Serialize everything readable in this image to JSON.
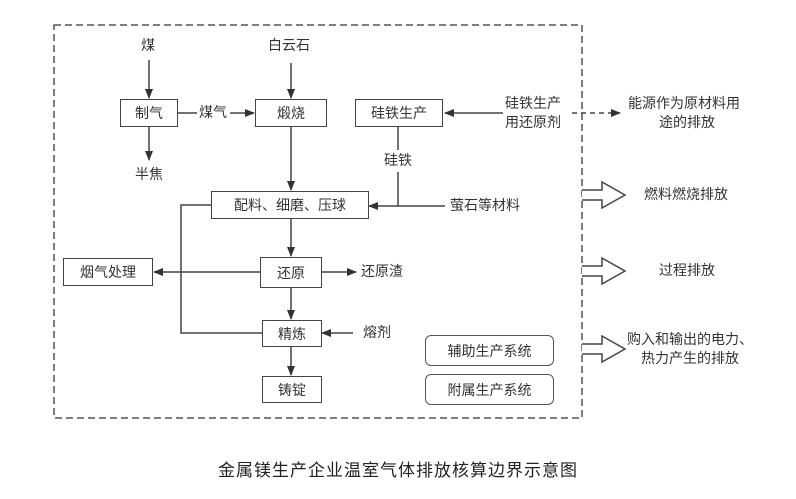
{
  "boundary": {
    "label": "accounting-boundary",
    "style": "dashed"
  },
  "inputs": {
    "coal": "煤",
    "dolomite": "白云石",
    "coal_gas": "煤气",
    "semi_coke": "半焦",
    "ferrosilicon": "硅铁",
    "fluorite": "萤石等材料",
    "reduction_slag": "还原渣",
    "flux": "熔剂",
    "ferrosilicon_reductant_line1": "硅铁生产",
    "ferrosilicon_reductant_line2": "用还原剂"
  },
  "process_boxes": {
    "gas_making": "制气",
    "calcination": "煅烧",
    "ferrosilicon_production": "硅铁生产",
    "batching": "配料、细磨、压球",
    "reduction": "还原",
    "flue_gas": "烟气处理",
    "refining": "精炼",
    "casting": "铸锭",
    "auxiliary": "辅助生产系统",
    "ancillary": "附属生产系统"
  },
  "emissions": {
    "energy_as_feedstock_line1": "能源作为原材料用",
    "energy_as_feedstock_line2": "途的排放",
    "fuel_combustion": "燃料燃烧排放",
    "process": "过程排放",
    "electricity_heat_line1": "购入和输出的电力、",
    "electricity_heat_line2": "热力产生的排放"
  },
  "caption": "金属镁生产企业温室气体排放核算边界示意图",
  "colors": {
    "line": "#444444",
    "text": "#333333",
    "background": "#ffffff"
  }
}
